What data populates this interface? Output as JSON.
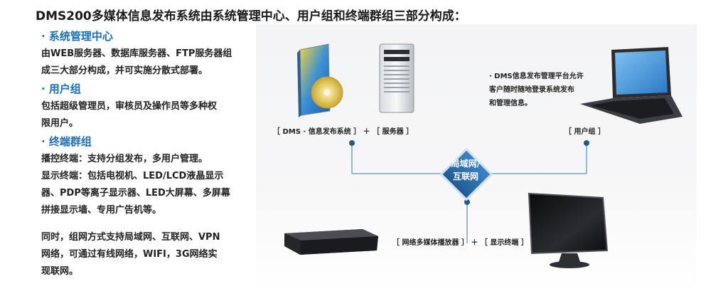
{
  "title": "DMS200多媒体信息发布系统由系统管理中心、用户组和终端群组三部分构成：",
  "sections": [
    {
      "heading": "· 系统管理中心",
      "lines": [
        "由WEB服务器、数据库服务器、FTP服务器组",
        "成三大部分构成，并可实施分散式部署。"
      ]
    },
    {
      "heading": "· 用户组",
      "lines": [
        "包括超级管理员，审核员及操作员等多种权",
        "限用户。"
      ]
    },
    {
      "heading": "· 终端群组",
      "lines": [
        "播控终端：支持分组发布，多用户管理。",
        "显示终端：包括电视机、LED/LCD液晶显示",
        "器、PDP等离子显示器、LED大屏幕、多屏幕",
        "拼接显示墙、专用广告机等。"
      ]
    }
  ],
  "footer_lines": [
    "同时，组网方式支持局域网、互联网、VPN",
    "网络，可通过有线网络，WIFI，3G网络实",
    "现联网。"
  ],
  "diagram": {
    "caption_server": "［ DMS · 信息发布系统 ］ ＋ ［ 服务器 ］",
    "caption_user": "［ 用户组 ］",
    "caption_terminal": "［ 网络多媒体播放器 ］ ＋ ［ 显示终端 ］",
    "note_lines": [
      "· DMS信息发布管理平台允许",
      "客户随时随地登录系统发布",
      "和管理信息。"
    ],
    "hub_lines": [
      "局域网/",
      "互联网"
    ]
  },
  "colors": {
    "accent": "#1a6fb8",
    "hub": "#2a6ea8",
    "line": "#6fa3cf"
  }
}
